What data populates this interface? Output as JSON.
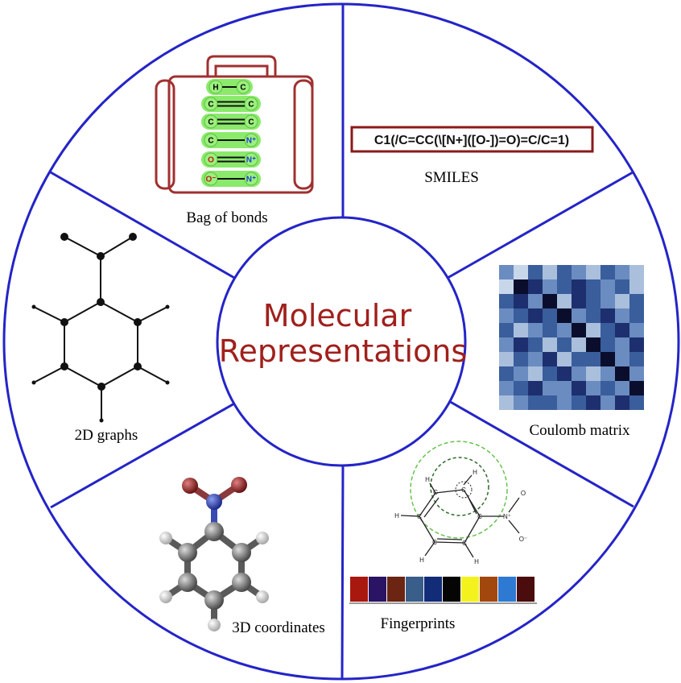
{
  "center": {
    "line1": "Molecular",
    "line2": "Representations"
  },
  "sectors": {
    "bag_of_bonds": "Bag of bonds",
    "smiles": "SMILES",
    "coulomb_matrix": "Coulomb matrix",
    "fingerprints": "Fingerprints",
    "coordinates_3d": "3D coordinates",
    "graphs_2d": "2D graphs"
  },
  "smiles_string": "C1(/C=CC(\\[N+]([O-])=O)=C/C=1)",
  "bag": {
    "bonds": [
      {
        "a": "H",
        "b": "C",
        "order": 1,
        "a_color": "#000000",
        "b_color": "#000000"
      },
      {
        "a": "C",
        "b": "C",
        "order": 2,
        "a_color": "#000000",
        "b_color": "#000000"
      },
      {
        "a": "C",
        "b": "C",
        "order": 2,
        "a_color": "#000000",
        "b_color": "#000000"
      },
      {
        "a": "C",
        "b": "N⁺",
        "order": 1,
        "a_color": "#000000",
        "b_color": "#1a3fcf"
      },
      {
        "a": "O",
        "b": "N⁺",
        "order": 2,
        "a_color": "#c01818",
        "b_color": "#1a3fcf"
      },
      {
        "a": "O⁻",
        "b": "N⁺",
        "order": 1,
        "a_color": "#c01818",
        "b_color": "#1a3fcf"
      }
    ]
  },
  "fingerprint_atoms": [
    "C",
    "C",
    "C",
    "C",
    "C",
    "C",
    "H",
    "H",
    "H",
    "H",
    "H",
    "N⁺",
    "O",
    "O⁻"
  ],
  "coulomb_matrix": [
    [
      3,
      5,
      2,
      4,
      2,
      3,
      4,
      2,
      3,
      4
    ],
    [
      5,
      0,
      1,
      3,
      2,
      1,
      2,
      3,
      2,
      4
    ],
    [
      2,
      1,
      3,
      0,
      4,
      1,
      2,
      3,
      4,
      2
    ],
    [
      3,
      2,
      1,
      2,
      0,
      3,
      2,
      1,
      3,
      2
    ],
    [
      2,
      4,
      3,
      2,
      3,
      0,
      4,
      2,
      1,
      3
    ],
    [
      3,
      1,
      2,
      4,
      2,
      4,
      0,
      2,
      3,
      1
    ],
    [
      4,
      2,
      3,
      1,
      4,
      2,
      2,
      0,
      3,
      2
    ],
    [
      2,
      3,
      4,
      2,
      1,
      3,
      4,
      3,
      0,
      3
    ],
    [
      3,
      2,
      1,
      3,
      3,
      1,
      3,
      2,
      3,
      0
    ],
    [
      4,
      3,
      2,
      2,
      3,
      2,
      1,
      3,
      1,
      2
    ]
  ],
  "colors": {
    "ring_stroke": "#2424c8",
    "title": "#a0201c",
    "bag_outline": "#a03030",
    "bond_glow": "#7ee85c",
    "cm_scale": [
      "#0a0e2c",
      "#1d2f6e",
      "#3a5d9c",
      "#6a8cc0",
      "#a9bfdc",
      "#c8d6ea"
    ],
    "fingerprint_bar": [
      "#a8180e",
      "#2a1463",
      "#6b2512",
      "#3a5e8a",
      "#132c78",
      "#050505",
      "#f4f21c",
      "#a2470e",
      "#2e7ad2",
      "#4a0c0c"
    ],
    "atom_c": "#6e6e6e",
    "atom_h": "#e6e6e6",
    "atom_n": "#3246b0",
    "atom_o": "#a03030"
  }
}
